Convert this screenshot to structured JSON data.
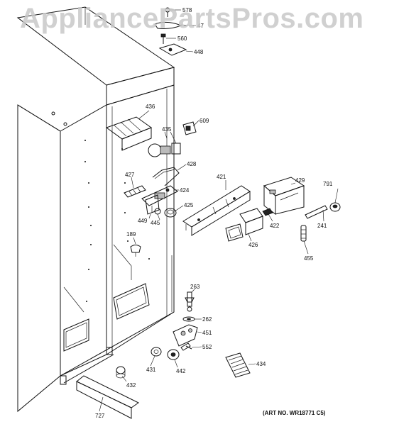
{
  "watermark": "AppliancePartsPros.com",
  "art_number": "(ART NO. WR18771 C5)",
  "part_labels": [
    "578",
    "47",
    "560",
    "448",
    "436",
    "609",
    "435",
    "428",
    "427",
    "424",
    "421",
    "429",
    "791",
    "425",
    "449",
    "445",
    "422",
    "241",
    "426",
    "189",
    "455",
    "263",
    "262",
    "451",
    "552",
    "434",
    "431",
    "442",
    "432",
    "727"
  ]
}
